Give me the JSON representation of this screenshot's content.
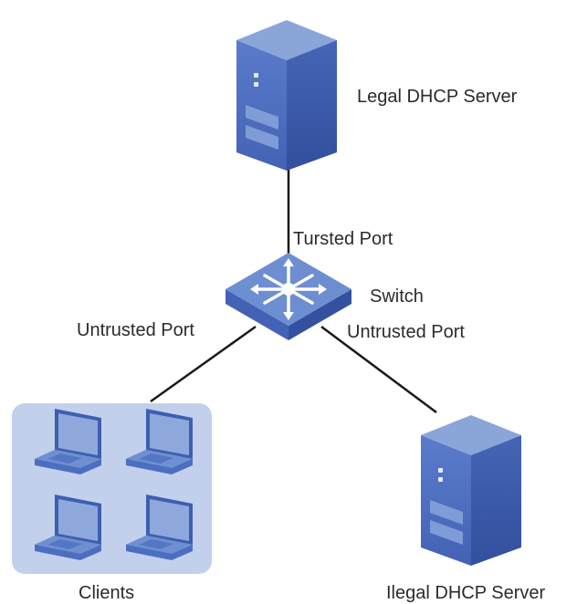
{
  "nodes": {
    "legal_server": {
      "label": "Legal DHCP Server",
      "icon": "server-icon"
    },
    "switch": {
      "label": "Switch",
      "icon": "switch-icon"
    },
    "illegal_server": {
      "label": "Ilegal DHCP Server",
      "icon": "server-icon"
    },
    "clients": {
      "label": "Clients",
      "icon": "laptop-icon",
      "count": 4
    }
  },
  "ports": {
    "trusted": "Tursted Port",
    "untrusted_left": "Untrusted Port",
    "untrusted_right": "Untrusted Port"
  },
  "colors": {
    "device_top": "#7d9bd3",
    "device_front": "#4d6fc0",
    "device_side": "#3a59a8",
    "client_bg": "#c3d0ec",
    "link": "#1a1a1a"
  }
}
